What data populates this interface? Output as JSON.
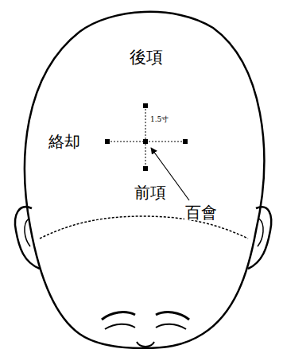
{
  "diagram": {
    "labels": [
      "後項",
      "1.5寸",
      "絡却",
      "前項",
      "百會"
    ]
  }
}
